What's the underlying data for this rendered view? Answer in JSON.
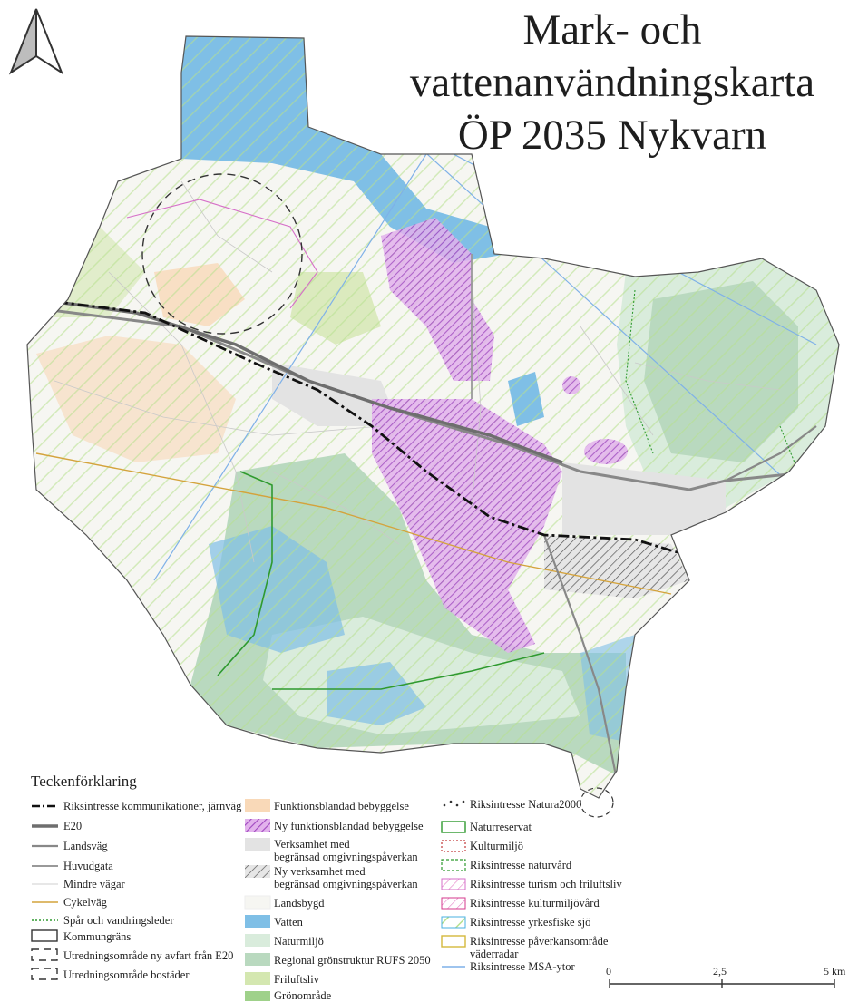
{
  "title": {
    "line1": "Mark- och",
    "line2": "vattenanvändningskarta",
    "line3": "ÖP 2035 Nykvarn"
  },
  "north_arrow": {
    "icon": "north-arrow-icon"
  },
  "legend": {
    "heading": "Teckenförklaring",
    "col1": [
      {
        "key": "rail",
        "label": "Riksintresse kommunikationer, järnväg"
      },
      {
        "key": "e20",
        "label": "E20"
      },
      {
        "key": "landsvag",
        "label": "Landsväg"
      },
      {
        "key": "huvudgata",
        "label": "Huvudgata"
      },
      {
        "key": "mindre",
        "label": "Mindre vägar"
      },
      {
        "key": "cykel",
        "label": "Cykelväg"
      },
      {
        "key": "spar",
        "label": "Spår och vandringsleder"
      },
      {
        "key": "kommun",
        "label": "Kommungräns"
      },
      {
        "key": "utr_e20",
        "label": "Utredningsområde ny avfart från E20"
      },
      {
        "key": "utr_bost",
        "label": "Utredningsområde bostäder"
      }
    ],
    "col2": [
      {
        "key": "funk",
        "label": "Funktionsblandad bebyggelse"
      },
      {
        "key": "nyfunk",
        "label": "Ny funktionsblandad bebyggelse"
      },
      {
        "key": "verks",
        "label": "Verksamhet med",
        "label2": "begränsad omgivningspåverkan"
      },
      {
        "key": "nyverks",
        "label": "Ny verksamhet med",
        "label2": "begränsad omgivningspåverkan"
      },
      {
        "key": "landsbygd",
        "label": "Landsbygd"
      },
      {
        "key": "vatten",
        "label": "Vatten"
      },
      {
        "key": "natur",
        "label": "Naturmiljö"
      },
      {
        "key": "regional",
        "label": "Regional grönstruktur RUFS 2050"
      },
      {
        "key": "friluft",
        "label": "Friluftsliv"
      },
      {
        "key": "gron",
        "label": "Grönområde"
      }
    ],
    "col3": [
      {
        "key": "natura",
        "label": "Riksintresse Natura2000"
      },
      {
        "key": "naturres",
        "label": "Naturreservat"
      },
      {
        "key": "kultur",
        "label": "Kulturmiljö"
      },
      {
        "key": "ri_natur",
        "label": "Riksintresse naturvård"
      },
      {
        "key": "ri_turism",
        "label": "Riksintresse turism och friluftsliv"
      },
      {
        "key": "ri_kultur",
        "label": "Riksintresse kulturmiljövård"
      },
      {
        "key": "ri_fiske",
        "label": "Riksintresse yrkesfiske sjö"
      },
      {
        "key": "ri_vader",
        "label": "Riksintresse påverkansområde",
        "label2": "väderradar"
      },
      {
        "key": "ri_msa",
        "label": "Riksintresse MSA-ytor"
      }
    ]
  },
  "scale": {
    "labels": [
      "0",
      "2,5",
      "5 km"
    ]
  },
  "colors": {
    "vatten": "#7fbfe6",
    "landsbygd": "#f6f6f2",
    "natur": "#d9ecdc",
    "regional": "#b9d9bf",
    "friluft": "#d4e7b0",
    "gron": "#9fd18a",
    "funk": "#f9d9b8",
    "verks": "#e3e3e3",
    "nyfunk": "#b36ad0",
    "kommun": "#333333"
  }
}
